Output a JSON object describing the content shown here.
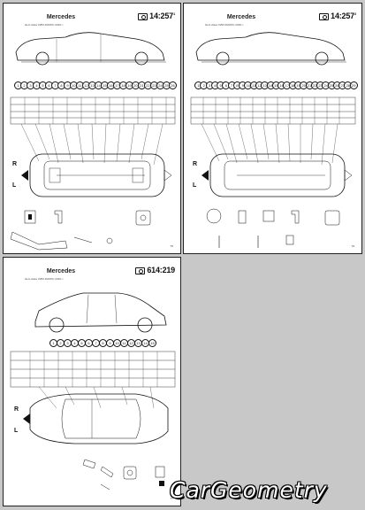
{
  "sheets": [
    {
      "brand": "Mercedes",
      "subtitle": "GLC-class X253 4MATIC 2015->",
      "code": "14:257",
      "code_suffix": "1",
      "page_no": "75",
      "side_labels": [
        "R",
        "L"
      ],
      "points": [
        "1",
        "2",
        "3",
        "4",
        "5",
        "6",
        "7",
        "8",
        "9",
        "10",
        "11",
        "12",
        "13",
        "14",
        "15",
        "16",
        "17",
        "18",
        "19",
        "20",
        "21",
        "22",
        "23",
        "24",
        "25",
        "26"
      ]
    },
    {
      "brand": "Mercedes",
      "subtitle": "GLC-class X253 4MATIC 2015->",
      "code": "14:257",
      "code_suffix": "2",
      "page_no": "76",
      "side_labels": [
        "R",
        "L"
      ],
      "points": [
        "1",
        "2",
        "3",
        "4",
        "5",
        "6",
        "7",
        "8",
        "9",
        "10",
        "11",
        "12",
        "13",
        "14",
        "15",
        "16",
        "17",
        "18",
        "19",
        "20",
        "21",
        "22",
        "23",
        "24",
        "25",
        "26",
        "27",
        "28",
        "29"
      ]
    },
    {
      "brand": "Mercedes",
      "subtitle": "GLC-class X253 4MATIC 2015->",
      "code": "614:219",
      "code_suffix": "",
      "page_no": "77",
      "side_labels": [
        "R",
        "L"
      ],
      "points": [
        "1",
        "2",
        "3",
        "4",
        "5",
        "6",
        "7",
        "8",
        "9",
        "10",
        "11",
        "12",
        "13",
        "14",
        "15"
      ]
    }
  ],
  "watermark": "CarGeometry"
}
